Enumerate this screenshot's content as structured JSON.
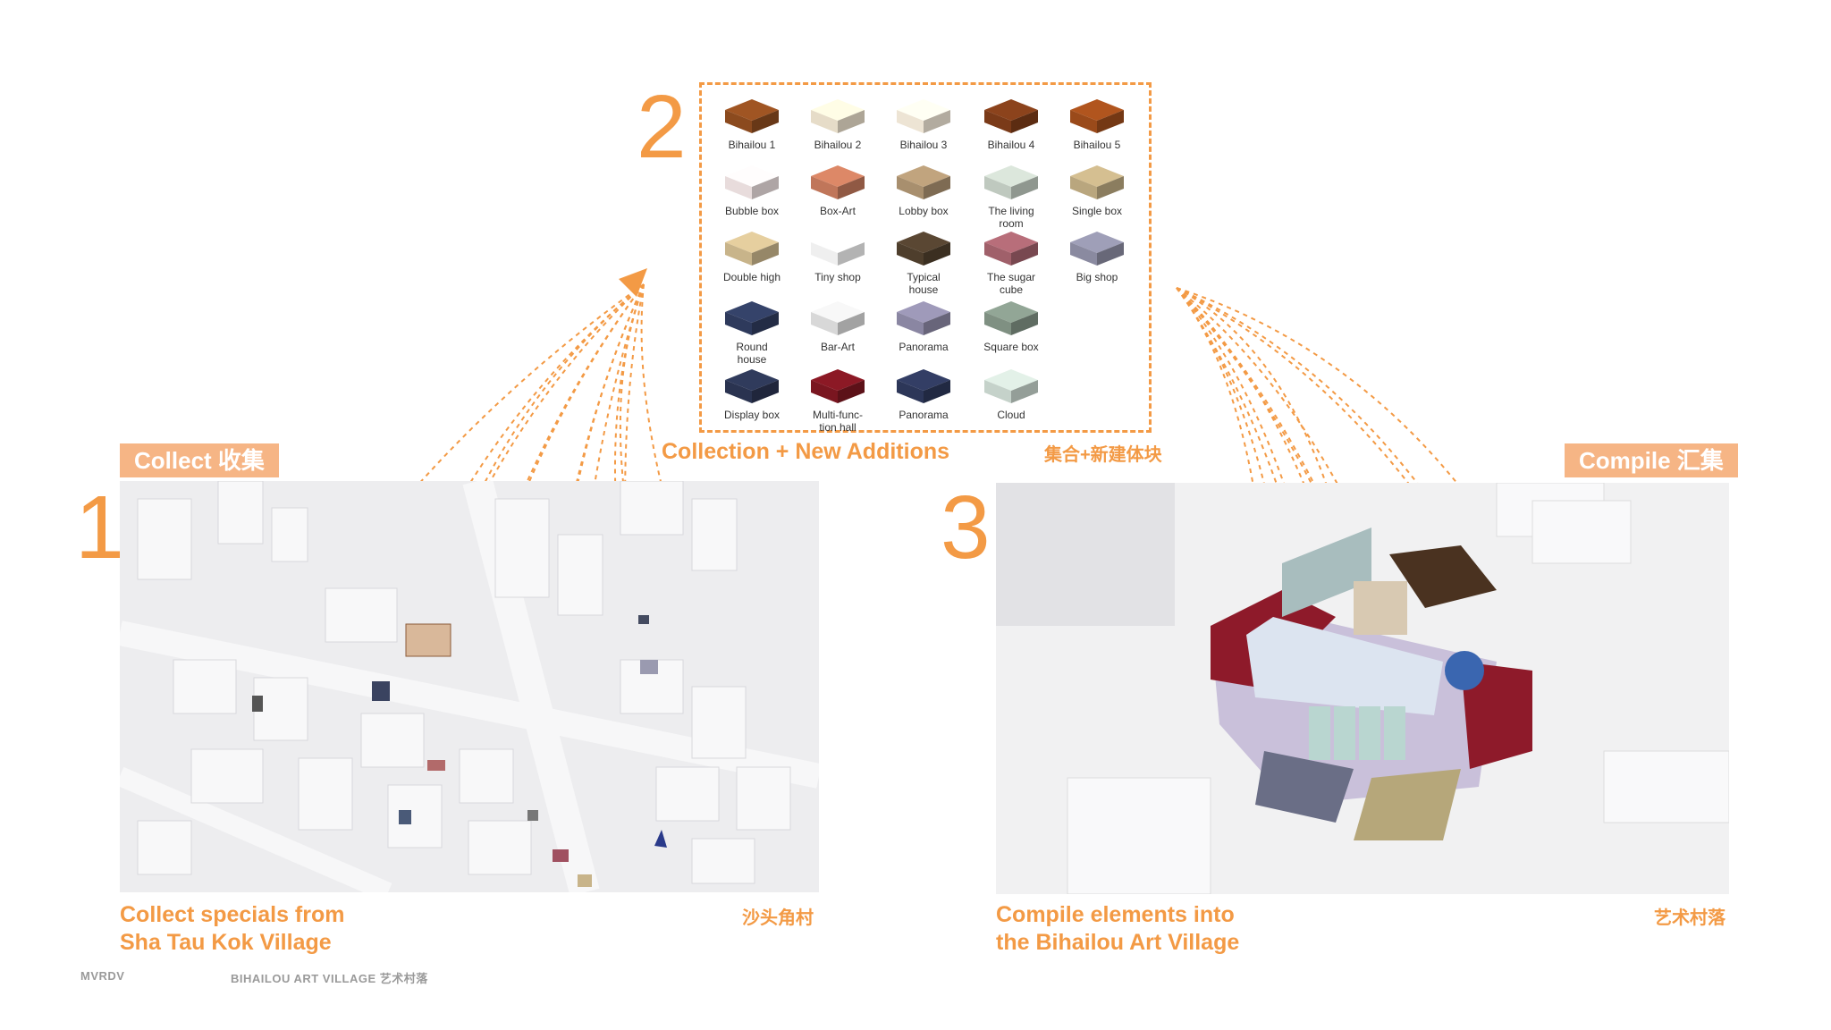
{
  "step1": {
    "number": "1",
    "tag": "Collect 收集",
    "caption": "Collect specials from\nSha Tau Kok Village",
    "caption_cn": "沙头角村"
  },
  "step2": {
    "number": "2",
    "caption": "Collection + New Additions",
    "caption_cn": "集合+新建体块",
    "items": [
      {
        "label": "Bihailou 1",
        "color": "#8B4A1E"
      },
      {
        "label": "Bihailou 2",
        "color": "#E6DCC8"
      },
      {
        "label": "Bihailou 3",
        "color": "#EDE4D4"
      },
      {
        "label": "Bihailou 4",
        "color": "#7A3A18"
      },
      {
        "label": "Bihailou 5",
        "color": "#9A4A1A"
      },
      {
        "label": "Bubble box",
        "color": "#E8DCDC"
      },
      {
        "label": "Box-Art",
        "color": "#C0765A"
      },
      {
        "label": "Lobby box",
        "color": "#A88F6E"
      },
      {
        "label": "The living\nroom",
        "color": "#BFC9BF"
      },
      {
        "label": "Single box",
        "color": "#B9A67E"
      },
      {
        "label": "Double high",
        "color": "#C8B48A"
      },
      {
        "label": "Tiny shop",
        "color": "#EFEFEF"
      },
      {
        "label": "Typical\nhouse",
        "color": "#4E3E2C"
      },
      {
        "label": "The sugar\ncube",
        "color": "#A0606A"
      },
      {
        "label": "Big shop",
        "color": "#8A8AA0"
      },
      {
        "label": "Round\nhouse",
        "color": "#2E3A5C"
      },
      {
        "label": "Bar-Art",
        "color": "#D8D8D8"
      },
      {
        "label": "Panorama",
        "color": "#8A86A2"
      },
      {
        "label": "Square box",
        "color": "#7F9082"
      },
      {
        "label": "Display box",
        "color": "#2A3350"
      },
      {
        "label": "Multi-func-\ntion hall",
        "color": "#7A1620"
      },
      {
        "label": "Panorama",
        "color": "#2C3658"
      },
      {
        "label": "Cloud",
        "color": "#C5D2CA"
      }
    ]
  },
  "step3": {
    "number": "3",
    "tag": "Compile 汇集",
    "caption": "Compile elements into\nthe Bihailou Art Village",
    "caption_cn": "艺术村落"
  },
  "footer": {
    "brand": "MVRDV",
    "project": "BIHAILOU ART VILLAGE 艺术村落"
  },
  "colors": {
    "accent": "#F39A45",
    "tag_bg": "#F6B585"
  }
}
